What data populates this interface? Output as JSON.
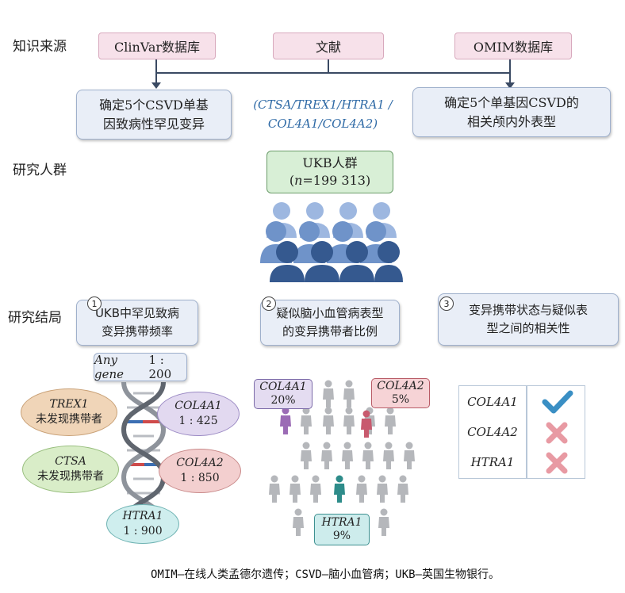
{
  "sections": {
    "knowledge": "知识来源",
    "population": "研究人群",
    "results": "研究结局"
  },
  "sources": [
    "ClinVar数据库",
    "文献",
    "OMIM数据库"
  ],
  "derived": {
    "left_line1": "确定5个CSVD单基",
    "left_line2": "因致病性罕见变异",
    "genes_line1": "(CTSA/TREX1/HTRA1 /",
    "genes_line2": "COL4A1/COL4A2)",
    "right_line1": "确定5个单基因CSVD的",
    "right_line2": "相关颅内外表型"
  },
  "cohort": {
    "line1": "UKB人群",
    "n_prefix": "(",
    "n_label": "n",
    "n_value": "=199 313)"
  },
  "results_boxes": [
    {
      "num": "1",
      "line1": "UKB中罕见致病",
      "line2": "变异携带频率"
    },
    {
      "num": "2",
      "line1": "疑似脑小血管病表型",
      "line2": "的变异携带者比例"
    },
    {
      "num": "3",
      "line1": "变异携带状态与疑似表",
      "line2": "型之间的相关性"
    }
  ],
  "any_gene": {
    "label": "Any gene",
    "ratio": "1 : 200"
  },
  "ellipses": {
    "trex1": {
      "gene": "TREX1",
      "text": "未发现携带者"
    },
    "ctsa": {
      "gene": "CTSA",
      "text": "未发现携带者"
    },
    "col4a1": {
      "gene": "COL4A1",
      "ratio": "1 : 425"
    },
    "col4a2": {
      "gene": "COL4A2",
      "ratio": "1 : 850"
    },
    "htra1": {
      "gene": "HTRA1",
      "ratio": "1 : 900"
    }
  },
  "proportions": {
    "col4a1": {
      "gene": "COL4A1",
      "pct": "20%",
      "color": "#9b6bb5"
    },
    "col4a2": {
      "gene": "COL4A2",
      "pct": "5%",
      "color": "#c85a6e"
    },
    "htra1": {
      "gene": "HTRA1",
      "pct": "9%",
      "color": "#2e8c8a"
    }
  },
  "association": {
    "rows": [
      {
        "gene": "COL4A1",
        "result": "check-icon"
      },
      {
        "gene": "COL4A2",
        "result": "cross-icon"
      },
      {
        "gene": "HTRA1",
        "result": "cross-icon"
      }
    ]
  },
  "caption": "OMIM—在线人类孟德尔遗传；CSVD—脑小血管病；UKB—英国生物银行。",
  "colors": {
    "pink": "#f7e1ea",
    "blue": "#e9eef7",
    "green": "#d8efd6",
    "people": "#7f9fd0",
    "people_dark": "#35598f",
    "check": "#3a8fc4",
    "cross": "#e89aa3"
  }
}
